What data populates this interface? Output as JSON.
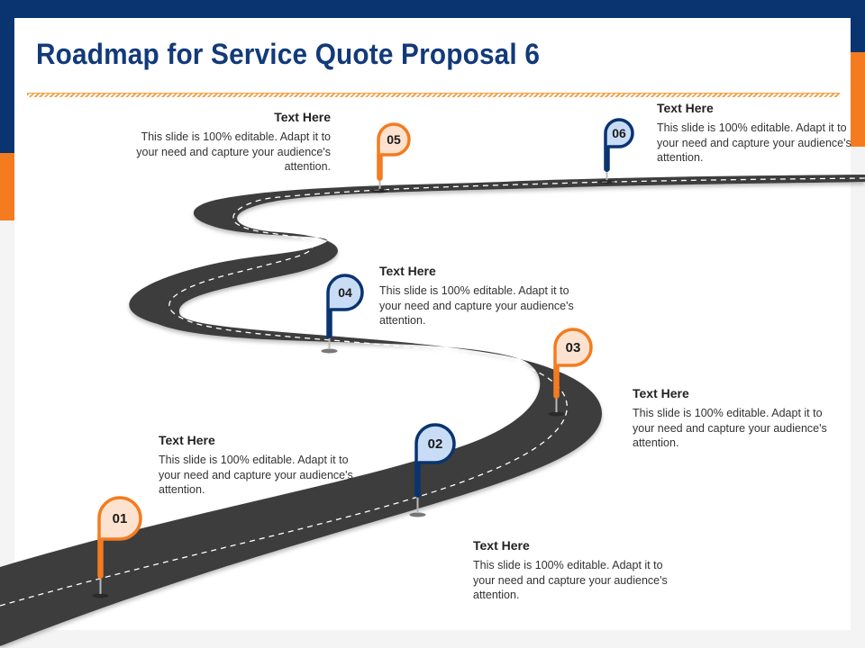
{
  "title": "Roadmap for Service Quote Proposal 6",
  "colors": {
    "navy": "#0a3470",
    "title": "#123a7a",
    "orange": "#f47b20",
    "orange_fill": "#fde3cf",
    "blue_fill": "#c9dcf6",
    "road": "#3d3d3d"
  },
  "steps": [
    {
      "number": "01",
      "heading": "Text Here",
      "text": "This slide is 100% editable. Adapt it to your need and capture your audience's attention.",
      "color": "orange"
    },
    {
      "number": "02",
      "heading": "Text Here",
      "text": "This slide is 100% editable. Adapt it to your need and capture your audience's attention.",
      "color": "blue"
    },
    {
      "number": "03",
      "heading": "Text Here",
      "text": "This slide is 100% editable. Adapt it to your need and capture your audience's attention.",
      "color": "orange"
    },
    {
      "number": "04",
      "heading": "Text Here",
      "text": "This slide is 100% editable. Adapt it to your need and capture your audience's attention.",
      "color": "blue"
    },
    {
      "number": "05",
      "heading": "Text Here",
      "text": "This slide is 100% editable. Adapt it to your need and capture your audience's attention.",
      "color": "orange"
    },
    {
      "number": "06",
      "heading": "Text Here",
      "text": "This slide is 100% editable. Adapt it to your need and capture your audience's attention.",
      "color": "blue"
    }
  ]
}
